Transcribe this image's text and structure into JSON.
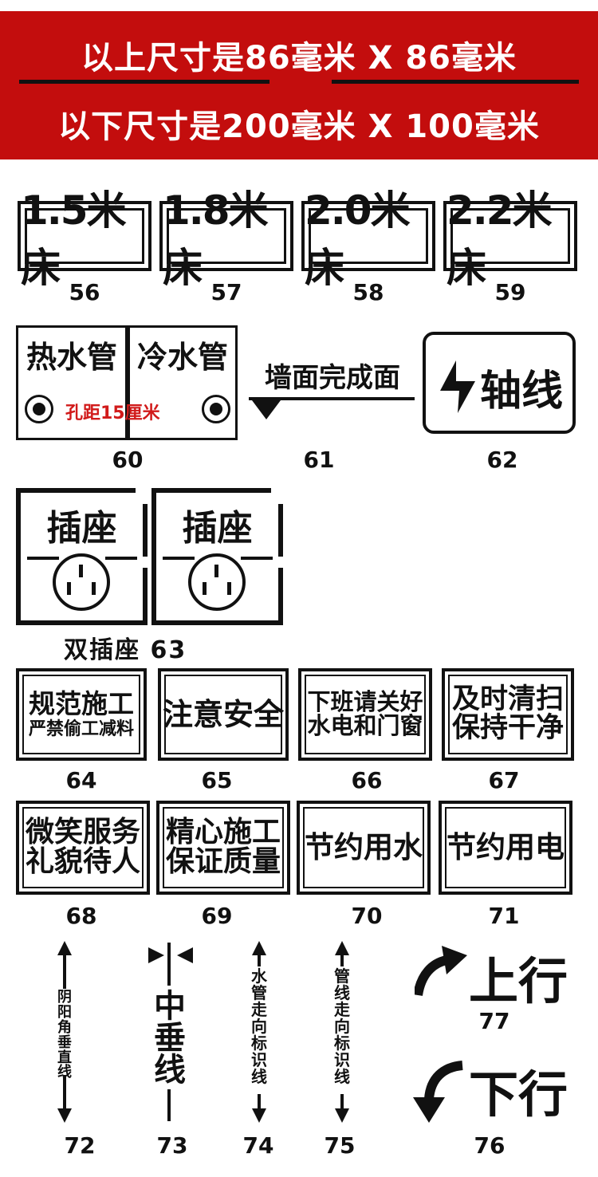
{
  "banner": {
    "line1": "以上尺寸是86毫米 X 86毫米",
    "line2": "以下尺寸是200毫米 X 100毫米",
    "bg_color": "#c30d0d"
  },
  "beds": [
    {
      "label": "1.5米床",
      "num": "56"
    },
    {
      "label": "1.8米床",
      "num": "57"
    },
    {
      "label": "2.0米床",
      "num": "58"
    },
    {
      "label": "2.2米床",
      "num": "59"
    }
  ],
  "pipes": {
    "hot": "热水管",
    "cold": "冷水管",
    "spacing": "孔距15厘米",
    "spacing_color": "#d11a1a",
    "num": "60"
  },
  "wall": {
    "label": "墙面完成面",
    "num": "61"
  },
  "axis": {
    "label": "轴线",
    "num": "62"
  },
  "sockets": {
    "title_left": "插座",
    "title_right": "插座",
    "caption": "双插座 63"
  },
  "slogans_row1": [
    {
      "line1": "规范施工",
      "line2": "严禁偷工减料",
      "num": "64"
    },
    {
      "line1": "注意安全",
      "line2": "",
      "num": "65"
    },
    {
      "line1": "下班请关好",
      "line2": "水电和门窗",
      "num": "66"
    },
    {
      "line1": "及时清扫",
      "line2": "保持干净",
      "num": "67"
    }
  ],
  "slogans_row2": [
    {
      "line1": "微笑服务",
      "line2": "礼貌待人",
      "num": "68"
    },
    {
      "line1": "精心施工",
      "line2": "保证质量",
      "num": "69"
    },
    {
      "line1": "节约用水",
      "line2": "",
      "num": "70"
    },
    {
      "line1": "节约用电",
      "line2": "",
      "num": "71"
    }
  ],
  "vertical": {
    "corner": {
      "text": "阴阳角垂直线",
      "num": "72"
    },
    "center": {
      "text": "中垂线",
      "num": "73"
    },
    "water": {
      "text": "水管走向标识线",
      "num": "74"
    },
    "pipe": {
      "text": "管线走向标识线",
      "num": "75"
    },
    "down": {
      "text": "下行",
      "num": "76"
    },
    "up": {
      "text": "上行",
      "num": "77"
    }
  }
}
